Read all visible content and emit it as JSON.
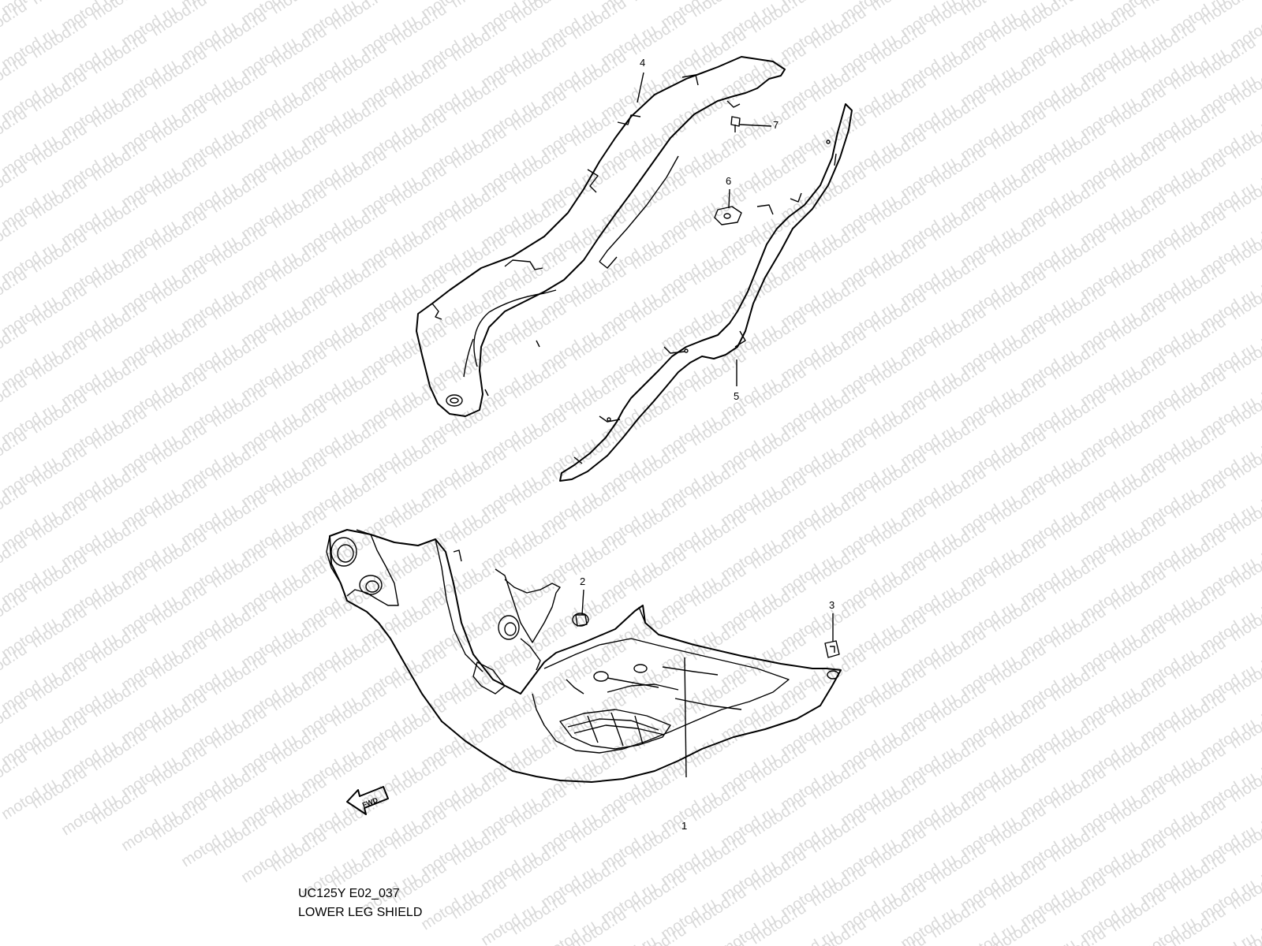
{
  "watermark_text": "motod.ru",
  "callouts": [
    {
      "id": "1",
      "label": "1"
    },
    {
      "id": "2",
      "label": "2"
    },
    {
      "id": "3",
      "label": "3"
    },
    {
      "id": "4",
      "label": "4"
    },
    {
      "id": "5",
      "label": "5"
    },
    {
      "id": "6",
      "label": "6"
    },
    {
      "id": "7",
      "label": "7"
    }
  ],
  "fwd_arrow": {
    "label": "FWD",
    "icon": "fwd-arrow-icon"
  },
  "caption": {
    "code": "UC125Y E02_037",
    "title": "LOWER LEG SHIELD"
  }
}
